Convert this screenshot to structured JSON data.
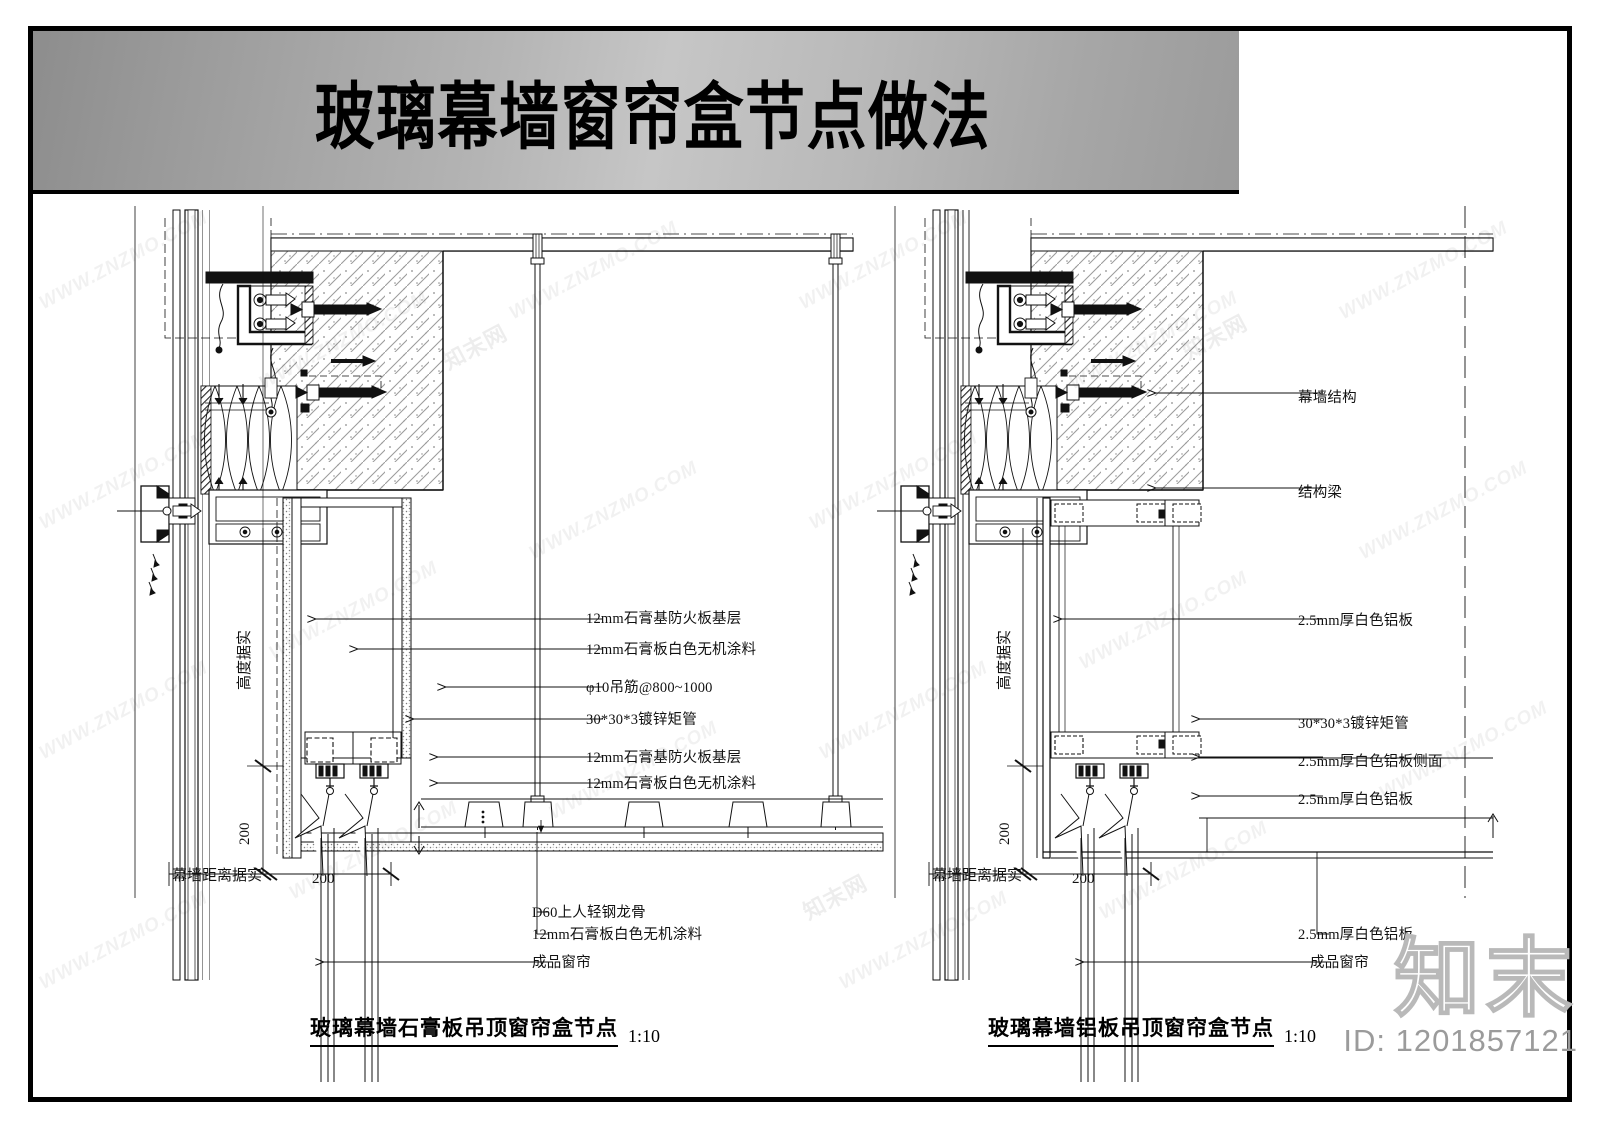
{
  "sheet": {
    "title": "玻璃幕墙窗帘盒节点做法"
  },
  "left_detail": {
    "caption": "玻璃幕墙石膏板吊顶窗帘盒节点",
    "scale": "1:10",
    "dimensions": {
      "height_vertical": "高度据实",
      "drop_200": "200",
      "curtain_wall_distance": "幕墙距离据实",
      "box_width_200": "200"
    },
    "labels": [
      {
        "id": "l1",
        "text": "12mm石膏基防火板基层"
      },
      {
        "id": "l2",
        "text": "12mm石膏板白色无机涂料"
      },
      {
        "id": "l3",
        "text": "φ10吊筋@800~1000"
      },
      {
        "id": "l4",
        "text": "30*30*3镀锌矩管"
      },
      {
        "id": "l5",
        "text": "12mm石膏基防火板基层"
      },
      {
        "id": "l6",
        "text": "12mm石膏板白色无机涂料"
      },
      {
        "id": "l7",
        "text": "D60上人轻钢龙骨"
      },
      {
        "id": "l8",
        "text": "12mm石膏板白色无机涂料"
      },
      {
        "id": "l9",
        "text": "成品窗帘"
      }
    ]
  },
  "right_detail": {
    "caption": "玻璃幕墙铝板吊顶窗帘盒节点",
    "scale": "1:10",
    "dimensions": {
      "height_vertical": "高度据实",
      "drop_200": "200",
      "curtain_wall_distance": "幕墙距离据实",
      "box_width_200": "200"
    },
    "labels": [
      {
        "id": "r1",
        "text": "幕墙结构"
      },
      {
        "id": "r2",
        "text": "结构梁"
      },
      {
        "id": "r3",
        "text": "2.5mm厚白色铝板"
      },
      {
        "id": "r4",
        "text": "30*30*3镀锌矩管"
      },
      {
        "id": "r5",
        "text": "2.5mm厚白色铝板侧面"
      },
      {
        "id": "r6",
        "text": "2.5mm厚白色铝板"
      },
      {
        "id": "r7",
        "text": "2.5mm厚白色铝板"
      },
      {
        "id": "r8",
        "text": "成品窗帘"
      }
    ]
  },
  "branding": {
    "mark": "知末",
    "id": "ID: 1201857121",
    "watermark_site": "WWW.ZNZMO.COM",
    "watermark_cn": "知末网"
  },
  "colors": {
    "line": "#111111",
    "hatch": "#8d8d8d",
    "title_bar_dark": "#8d8d8d",
    "title_bar_light": "#c6c6c6",
    "brand_gray": "#9b9b9b"
  }
}
